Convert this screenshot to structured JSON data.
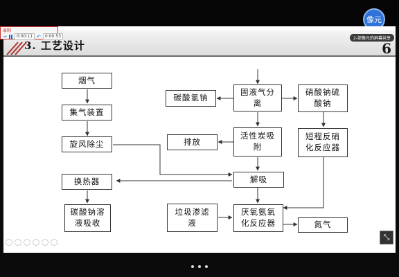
{
  "recorder": {
    "label": "录制",
    "elapsed": "0:00:11",
    "remaining": "0:00:53"
  },
  "slide": {
    "title": "3. 工艺设计",
    "page_number": "6",
    "share_tag": "2-部像元的屏幕共享"
  },
  "user": {
    "avatar_label": "像元"
  },
  "diagram": {
    "boxes": {
      "flue_gas": "烟气",
      "gas_collection": "集气装置",
      "cyclone": "旋风除尘",
      "heat_exchanger": "换热器",
      "na2co3_absorb": "碳酸钠溶液吸收",
      "sodium_bicarbonate": "碳酸氢钠",
      "solid_gas_sep": "固液气分离",
      "nitrate_sulfate": "硝酸钠硫酸钠",
      "discharge": "排放",
      "activated_carbon": "活性炭吸附",
      "short_range_reactor": "短程反硝化反应器",
      "desorption": "解吸",
      "landfill_leachate": "垃圾渗滤液",
      "anammox_reactor": "厌氧氨氧化反应器",
      "nitrogen": "氮气"
    }
  },
  "colors": {
    "header_border": "#6a6a6a",
    "avatar": "#2f73d8",
    "recorder_border": "#cc3333"
  }
}
